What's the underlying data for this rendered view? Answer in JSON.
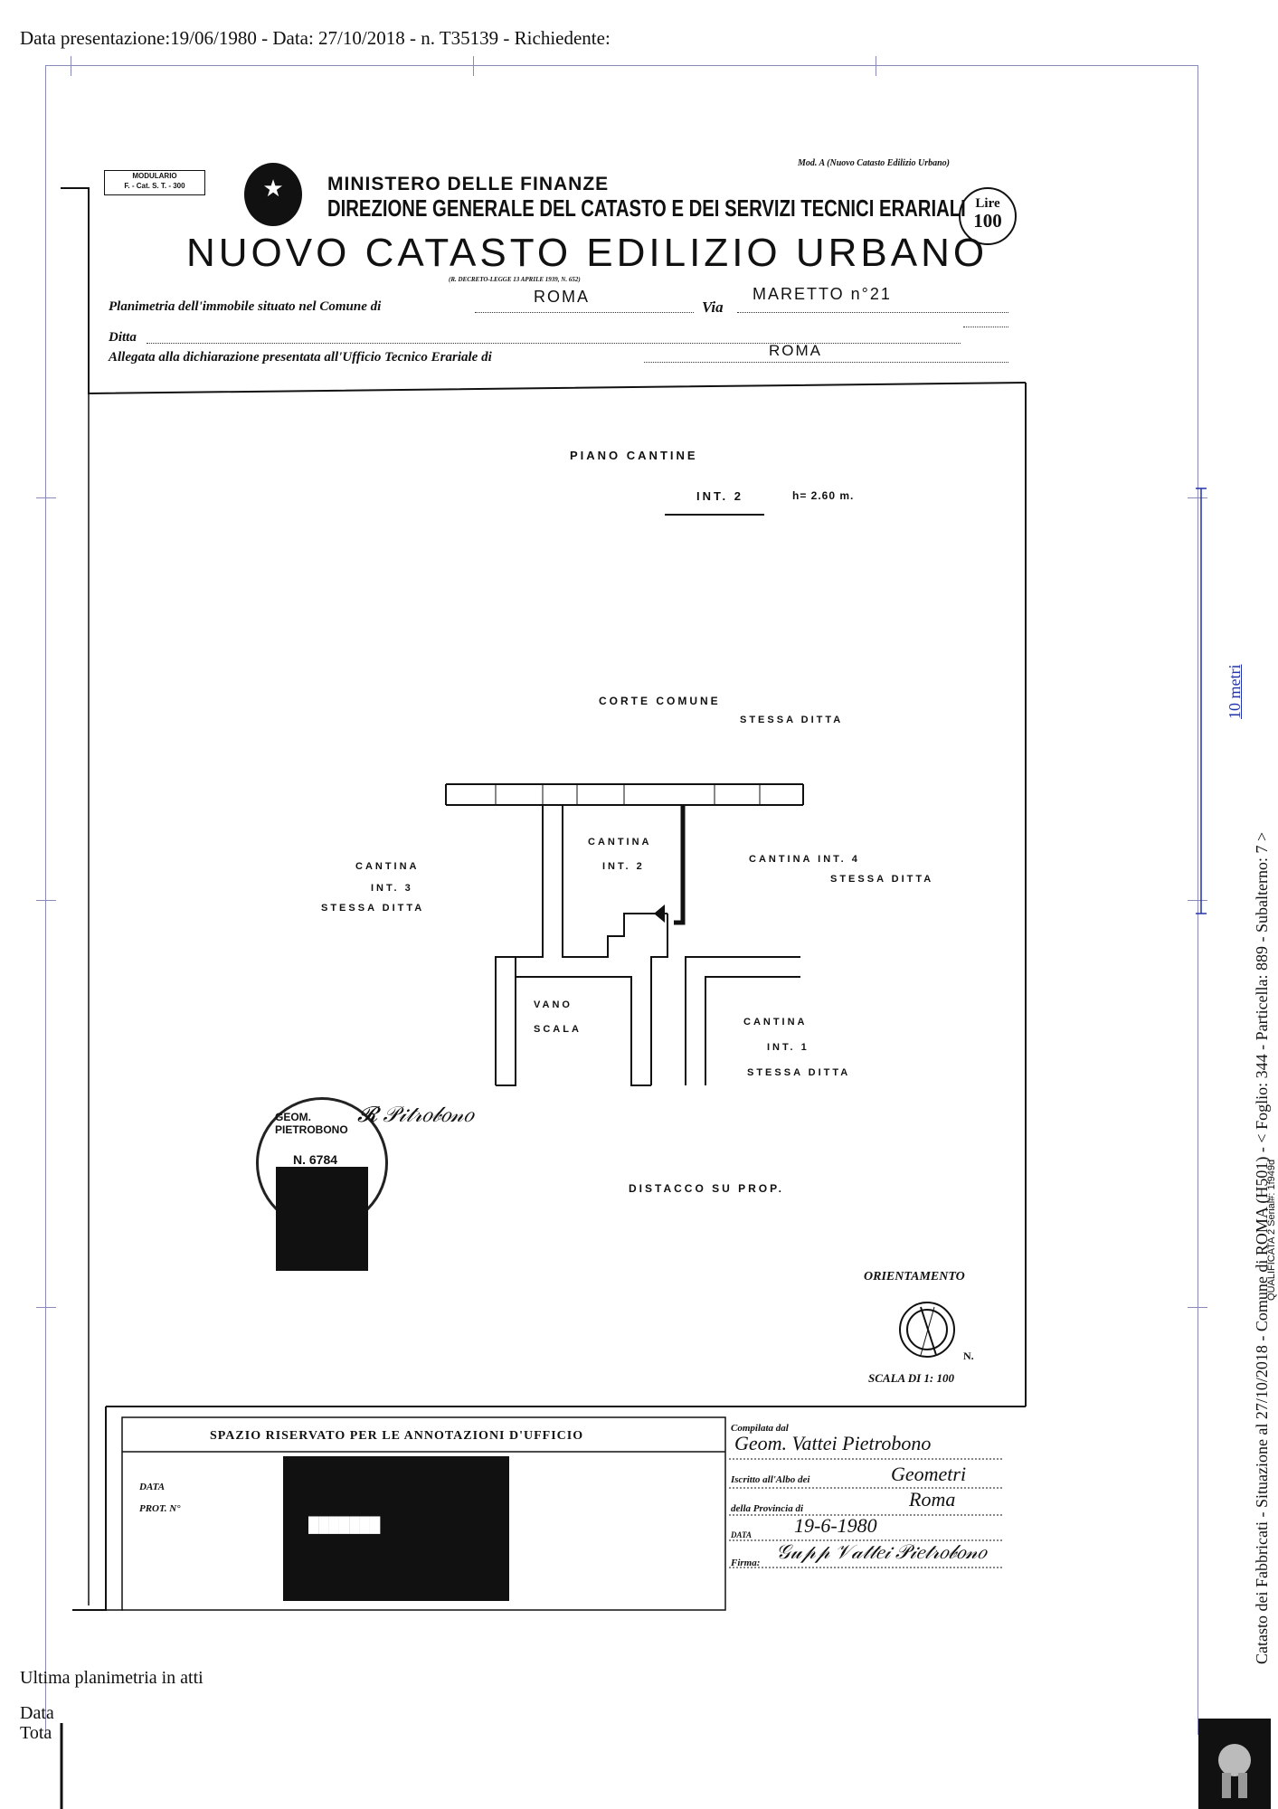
{
  "header": {
    "line": "Data presentazione:19/06/1980 - Data: 27/10/2018 - n. T35139 - Richiedente:"
  },
  "form": {
    "modulario": "MODULARIO",
    "modulario_code": "F. - Cat. S. T. - 300",
    "ministero": "MINISTERO DELLE FINANZE",
    "direzione": "DIREZIONE GENERALE DEL CATASTO E DEI SERVIZI TECNICI ERARIALI",
    "mod_a": "Mod. A (Nuovo Catasto Edilizio Urbano)",
    "lire_label": "Lire",
    "lire_value": "100",
    "title": "NUOVO CATASTO EDILIZIO URBANO",
    "decreto": "(R. DECRETO-LEGGE 13 APRILE 1939, N. 652)",
    "planimetria_label": "Planimetria dell'immobile situato nel Comune di",
    "comune_value": "ROMA",
    "via_label": "Via",
    "via_value": "MARETTO n°21",
    "ditta_label": "Ditta",
    "allegata_label": "Allegata alla dichiarazione presentata all'Ufficio Tecnico Erariale di",
    "ufficio_value": "ROMA"
  },
  "plan": {
    "piano": "PIANO CANTINE",
    "int_label": "INT. 2",
    "height": "h= 2.60 m.",
    "corte": "CORTE COMUNE",
    "corte_sub": "STESSA DITTA",
    "cantina2_a": "CANTINA",
    "cantina2_b": "INT. 2",
    "cantina3_a": "CANTINA",
    "cantina3_b": "INT. 3",
    "cantina3_c": "STESSA DITTA",
    "cantina4_a": "CANTINA INT. 4",
    "cantina4_b": "STESSA DITTA",
    "vano_a": "VANO",
    "vano_b": "SCALA",
    "cantina1_a": "CANTINA",
    "cantina1_b": "INT. 1",
    "cantina1_c": "STESSA DITTA",
    "distacco": "DISTACCO SU PROP.",
    "orientamento": "ORIENTAMENTO",
    "north": "N.",
    "scala": "SCALA DI 1: 100"
  },
  "stamp_geom": {
    "ring": "GEOM. PIETROBONO",
    "number": "N. 6784"
  },
  "footer_form": {
    "spazio": "SPAZIO RISERVATO PER LE ANNOTAZIONI D'UFFICIO",
    "data_label": "DATA",
    "prot_label": "PROT. N°",
    "compilata_label": "Compilata dal",
    "compilata_value": "Geom. Vattei Pietrobono",
    "iscritto_label": "Iscritto all'Albo dei",
    "iscritto_value": "Geometri",
    "provincia_label": "della Provincia di",
    "provincia_value": "Roma",
    "data2_label": "DATA",
    "data2_value": "19-6-1980",
    "firma_label": "Firma:"
  },
  "page_footer": {
    "ultima": "Ultima planimetria in atti",
    "data": "Data",
    "tota": "Tota"
  },
  "side": {
    "main": "Catasto dei Fabbricati - Situazione al 27/10/2018 - Comune di ROMA (H501) - < Foglio: 344 - Particella: 889 - Subalterno: 7 >",
    "small": "QUALIFICATA 2 Serial#: 1f949d",
    "link": "10 metri"
  }
}
